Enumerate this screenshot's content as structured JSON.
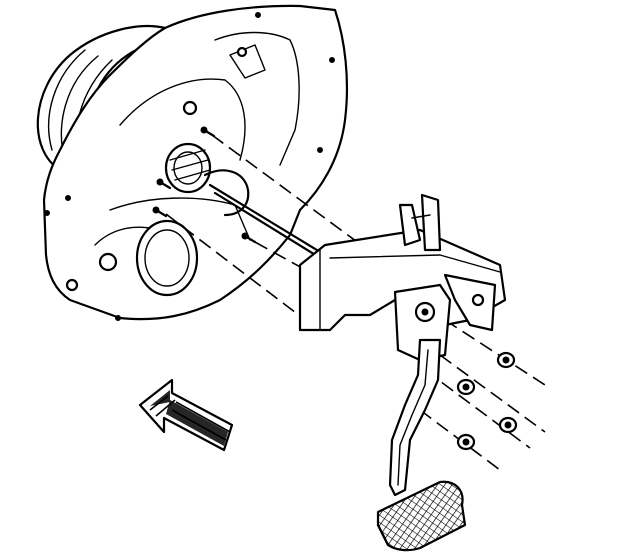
{
  "diagram": {
    "parts": [
      {
        "id": "brake-booster",
        "icon": "booster-dome"
      },
      {
        "id": "dash-panel",
        "icon": "firewall-plate"
      },
      {
        "id": "pedal-bracket",
        "icon": "bracket"
      },
      {
        "id": "brake-pedal",
        "icon": "pedal-arm"
      },
      {
        "id": "pedal-pad",
        "icon": "textured-pad"
      },
      {
        "id": "mounting-studs",
        "count": 4
      },
      {
        "id": "retaining-nuts",
        "count": 4
      },
      {
        "id": "direction-arrow",
        "icon": "striped-arrow-left"
      }
    ],
    "colors": {
      "ink": "#000000",
      "background": "#ffffff"
    }
  }
}
